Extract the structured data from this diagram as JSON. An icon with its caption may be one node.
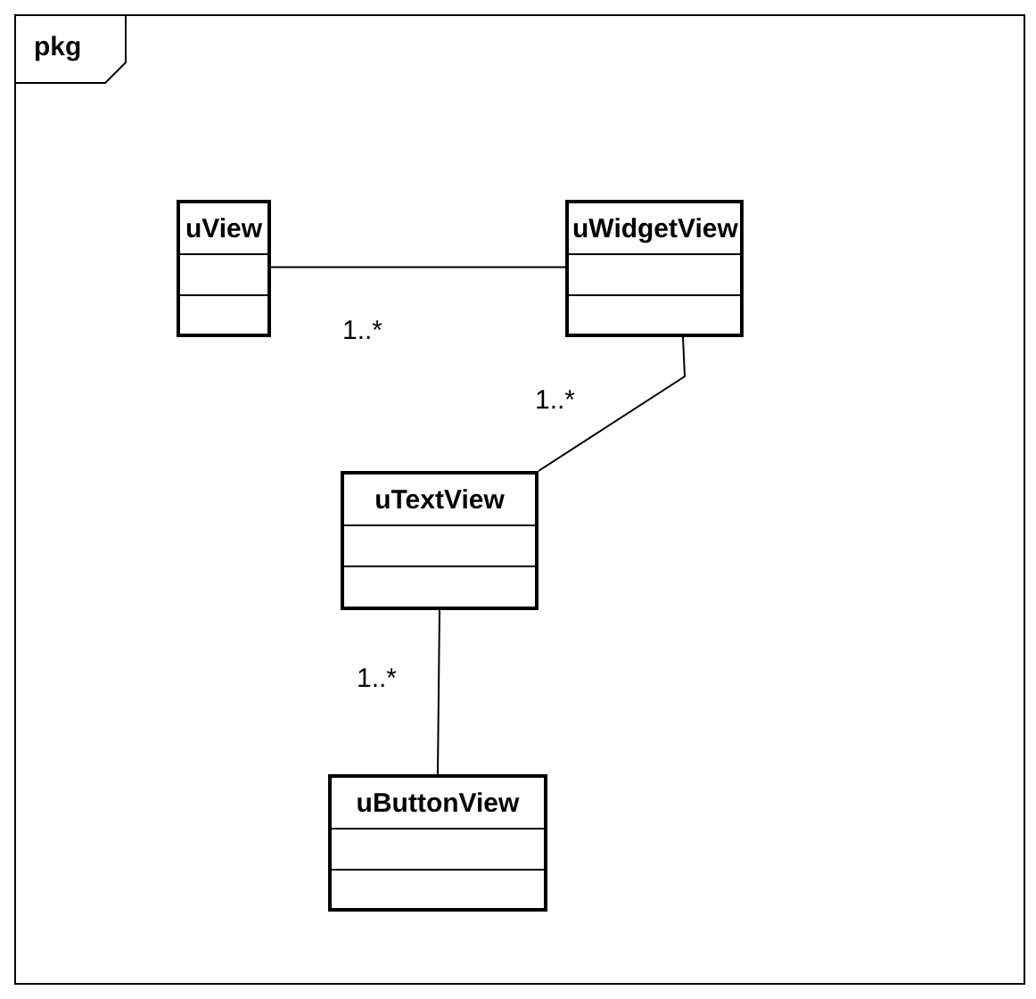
{
  "diagram": {
    "nodes": [
      {
        "text": [
          "pkg"
        ]
      },
      {
        "text": [
          "uView"
        ],
        "in": 0
      },
      {
        "text": [
          "uWidgetView"
        ],
        "in": 0
      },
      {
        "text": [
          "uTextView"
        ],
        "in": 0
      },
      {
        "text": [
          "uButtonView"
        ],
        "in": 0
      }
    ],
    "edges": [
      {
        "from": 1,
        "to": 2,
        "arrow": "none",
        "label": "1..*"
      },
      {
        "from": 2,
        "to": 3,
        "arrow": "none",
        "label": "1..*"
      },
      {
        "from": 3,
        "to": 4,
        "arrow": "none",
        "label": "1..*"
      }
    ]
  }
}
